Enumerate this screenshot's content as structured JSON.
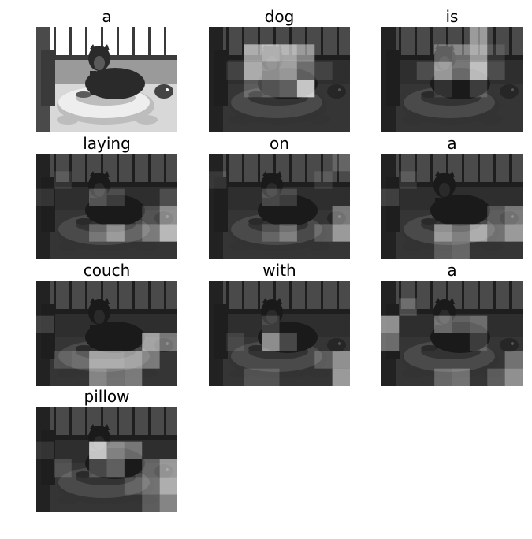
{
  "panels": [
    {
      "word": "a",
      "original": true,
      "attention": []
    },
    {
      "word": "dog",
      "original": false,
      "attention": [
        [
          2,
          1,
          0.55
        ],
        [
          2,
          2,
          0.6
        ],
        [
          3,
          1,
          0.65
        ],
        [
          3,
          2,
          0.5
        ],
        [
          4,
          1,
          0.6
        ],
        [
          4,
          2,
          0.55
        ],
        [
          5,
          1,
          0.45
        ],
        [
          5,
          2,
          0.3
        ],
        [
          5,
          3,
          0.75
        ],
        [
          3,
          3,
          0.25
        ],
        [
          4,
          3,
          0.3
        ],
        [
          2,
          3,
          0.2
        ],
        [
          1,
          2,
          0.1
        ],
        [
          6,
          2,
          0.1
        ]
      ]
    },
    {
      "word": "is",
      "original": false,
      "attention": [
        [
          3,
          1,
          0.3
        ],
        [
          4,
          1,
          0.35
        ],
        [
          5,
          0,
          0.45
        ],
        [
          5,
          1,
          0.55
        ],
        [
          3,
          2,
          0.55
        ],
        [
          4,
          2,
          0.35
        ],
        [
          5,
          2,
          0.7
        ],
        [
          2,
          2,
          0.15
        ],
        [
          6,
          1,
          0.1
        ],
        [
          6,
          2,
          0.15
        ],
        [
          5,
          3,
          0.15
        ],
        [
          3,
          3,
          0.1
        ]
      ]
    },
    {
      "word": "laying",
      "original": false,
      "attention": [
        [
          3,
          2,
          0.25
        ],
        [
          4,
          2,
          0.15
        ],
        [
          7,
          3,
          0.45
        ],
        [
          7,
          4,
          0.65
        ],
        [
          6,
          4,
          0.35
        ],
        [
          3,
          4,
          0.25
        ],
        [
          4,
          4,
          0.45
        ],
        [
          5,
          4,
          0.15
        ],
        [
          0,
          2,
          0.1
        ],
        [
          1,
          1,
          0.1
        ],
        [
          7,
          2,
          0.15
        ],
        [
          6,
          3,
          0.15
        ]
      ]
    },
    {
      "word": "on",
      "original": false,
      "attention": [
        [
          3,
          2,
          0.2
        ],
        [
          4,
          2,
          0.15
        ],
        [
          7,
          3,
          0.35
        ],
        [
          7,
          4,
          0.5
        ],
        [
          6,
          4,
          0.2
        ],
        [
          3,
          4,
          0.15
        ],
        [
          4,
          4,
          0.3
        ],
        [
          7,
          0,
          0.15
        ],
        [
          6,
          1,
          0.1
        ],
        [
          0,
          1,
          0.1
        ]
      ]
    },
    {
      "word": "a",
      "original": false,
      "attention": [
        [
          7,
          3,
          0.35
        ],
        [
          7,
          4,
          0.5
        ],
        [
          5,
          4,
          0.55
        ],
        [
          3,
          4,
          0.45
        ],
        [
          4,
          4,
          0.3
        ],
        [
          6,
          4,
          0.3
        ],
        [
          4,
          5,
          0.25
        ],
        [
          3,
          5,
          0.2
        ],
        [
          6,
          3,
          0.2
        ],
        [
          1,
          1,
          0.1
        ],
        [
          0,
          2,
          0.15
        ]
      ]
    },
    {
      "word": "couch",
      "original": false,
      "attention": [
        [
          3,
          4,
          0.55
        ],
        [
          4,
          4,
          0.55
        ],
        [
          5,
          4,
          0.5
        ],
        [
          6,
          4,
          0.35
        ],
        [
          3,
          5,
          0.4
        ],
        [
          4,
          5,
          0.3
        ],
        [
          5,
          5,
          0.35
        ],
        [
          6,
          3,
          0.55
        ],
        [
          7,
          3,
          0.35
        ],
        [
          2,
          4,
          0.2
        ],
        [
          1,
          4,
          0.15
        ],
        [
          0,
          2,
          0.15
        ]
      ]
    },
    {
      "word": "with",
      "original": false,
      "attention": [
        [
          3,
          3,
          0.5
        ],
        [
          3,
          2,
          0.15
        ],
        [
          4,
          3,
          0.2
        ],
        [
          7,
          4,
          0.45
        ],
        [
          7,
          5,
          0.5
        ],
        [
          6,
          4,
          0.2
        ],
        [
          2,
          5,
          0.15
        ],
        [
          3,
          5,
          0.15
        ],
        [
          1,
          3,
          0.1
        ]
      ]
    },
    {
      "word": "a",
      "original": false,
      "attention": [
        [
          0,
          2,
          0.5
        ],
        [
          0,
          3,
          0.35
        ],
        [
          3,
          2,
          0.35
        ],
        [
          4,
          2,
          0.25
        ],
        [
          5,
          2,
          0.3
        ],
        [
          5,
          3,
          0.15
        ],
        [
          3,
          5,
          0.25
        ],
        [
          4,
          5,
          0.3
        ],
        [
          7,
          4,
          0.3
        ],
        [
          7,
          5,
          0.45
        ],
        [
          6,
          5,
          0.2
        ],
        [
          1,
          1,
          0.2
        ]
      ]
    },
    {
      "word": "pillow",
      "original": false,
      "attention": [
        [
          3,
          2,
          0.75
        ],
        [
          4,
          2,
          0.45
        ],
        [
          5,
          2,
          0.35
        ],
        [
          4,
          3,
          0.3
        ],
        [
          3,
          3,
          0.2
        ],
        [
          6,
          3,
          0.25
        ],
        [
          7,
          3,
          0.5
        ],
        [
          7,
          4,
          0.6
        ],
        [
          6,
          4,
          0.3
        ],
        [
          7,
          5,
          0.4
        ],
        [
          6,
          5,
          0.2
        ],
        [
          5,
          4,
          0.15
        ],
        [
          1,
          3,
          0.15
        ],
        [
          0,
          2,
          0.1
        ]
      ]
    }
  ]
}
